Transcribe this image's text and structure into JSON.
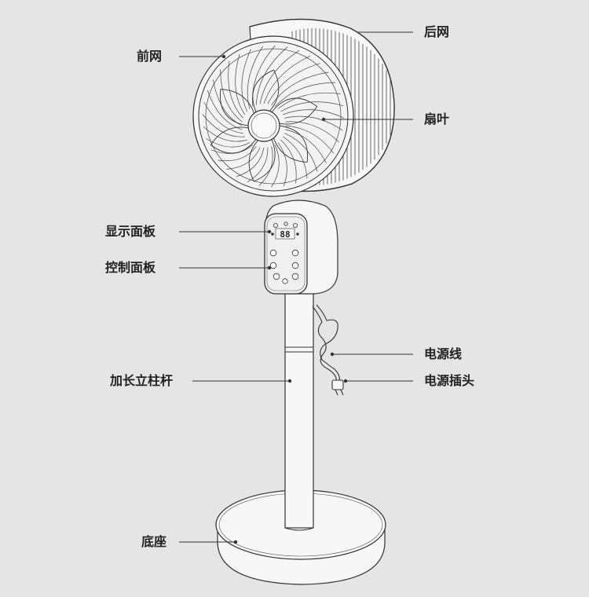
{
  "labels": {
    "back_grille": "后网",
    "front_grille": "前网",
    "blades": "扇叶",
    "display_panel": "显示面板",
    "control_panel": "控制面板",
    "power_cord": "电源线",
    "extension_pole": "加长立柱杆",
    "power_plug": "电源插头",
    "base": "底座"
  },
  "display": {
    "digits": "88"
  },
  "colors": {
    "background": "#e5e5e5",
    "line": "#333333",
    "body": "#f7f7f7"
  }
}
